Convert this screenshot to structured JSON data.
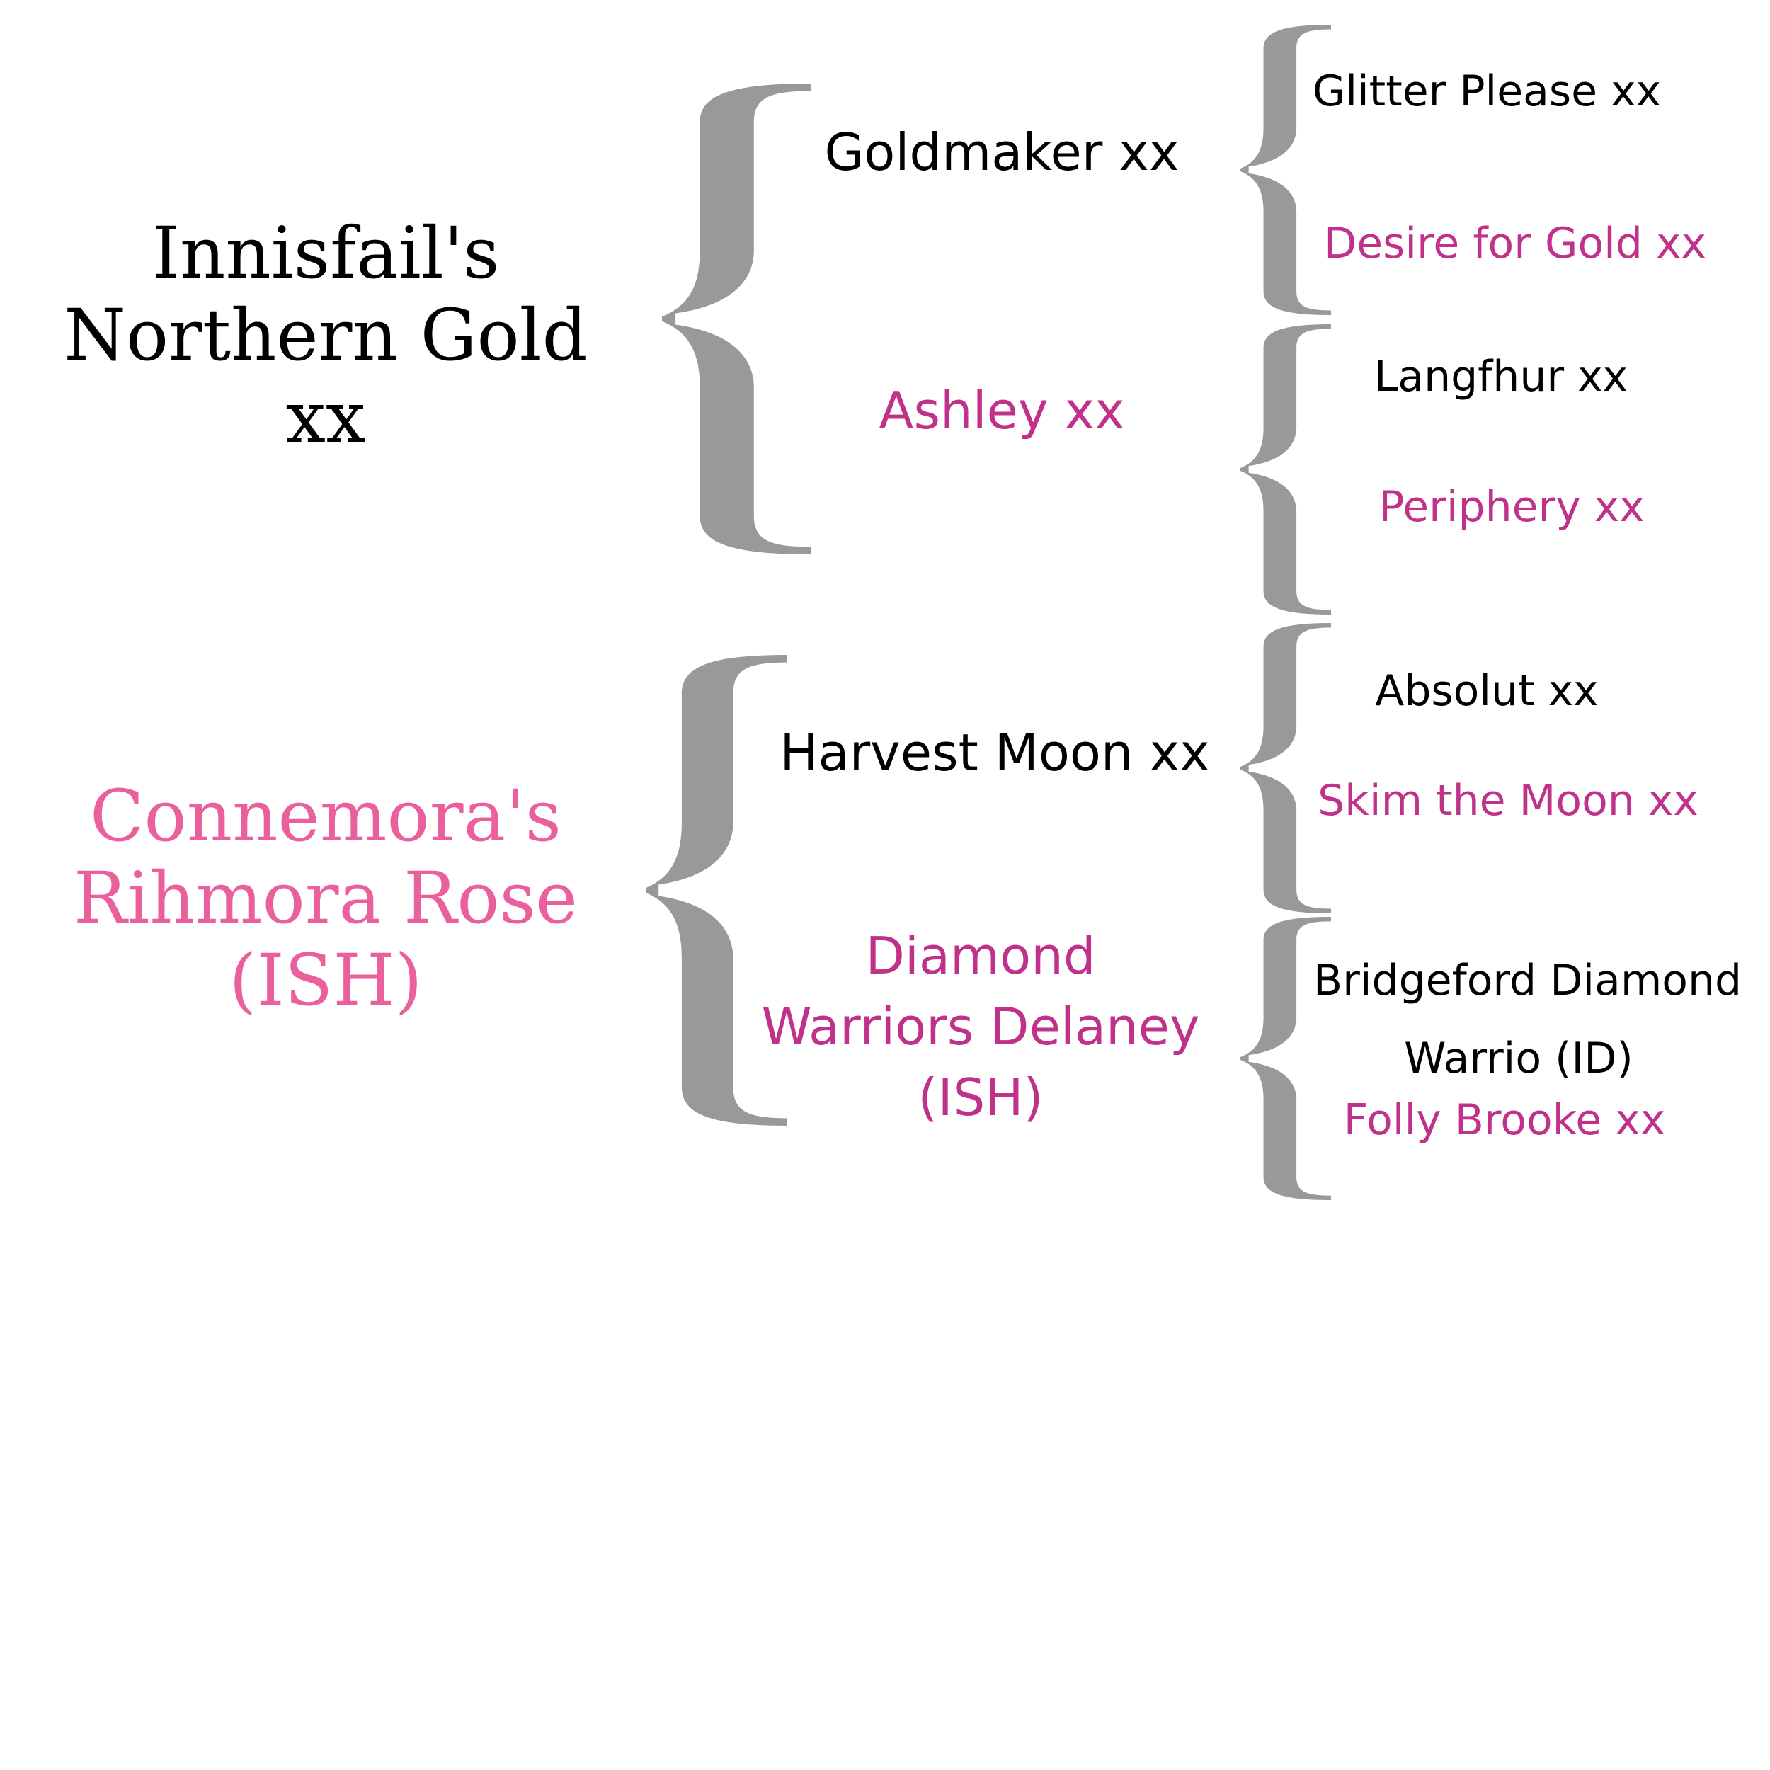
{
  "colors": {
    "stallion": "#000000",
    "mare": "#c0328a",
    "mare_highlight": "#ea5f9e",
    "brace": "#999999",
    "background": "#ffffff"
  },
  "sire": {
    "name_line1": "Innisfail's",
    "name_line2": "Northern Gold",
    "name_line3": "xx",
    "sire": {
      "name": "Goldmaker xx",
      "sire": "Glitter Please xx",
      "dam": "Desire for Gold xx"
    },
    "dam": {
      "name": "Ashley xx",
      "sire": "Langfhur xx",
      "dam": "Periphery xx"
    }
  },
  "dam": {
    "name_line1": "Connemora's",
    "name_line2": "Rihmora Rose",
    "name_line3": "(ISH)",
    "sire": {
      "name": "Harvest Moon xx",
      "sire": "Absolut xx",
      "dam": "Skim the Moon xx"
    },
    "dam": {
      "name_line1": "Diamond",
      "name_line2": "Warriors Delaney",
      "name_line3": "(ISH)",
      "sire_line1": "Bridgeford Diamond",
      "sire_line2": "Warrio (ID)",
      "dam": "Folly Brooke xx"
    }
  }
}
